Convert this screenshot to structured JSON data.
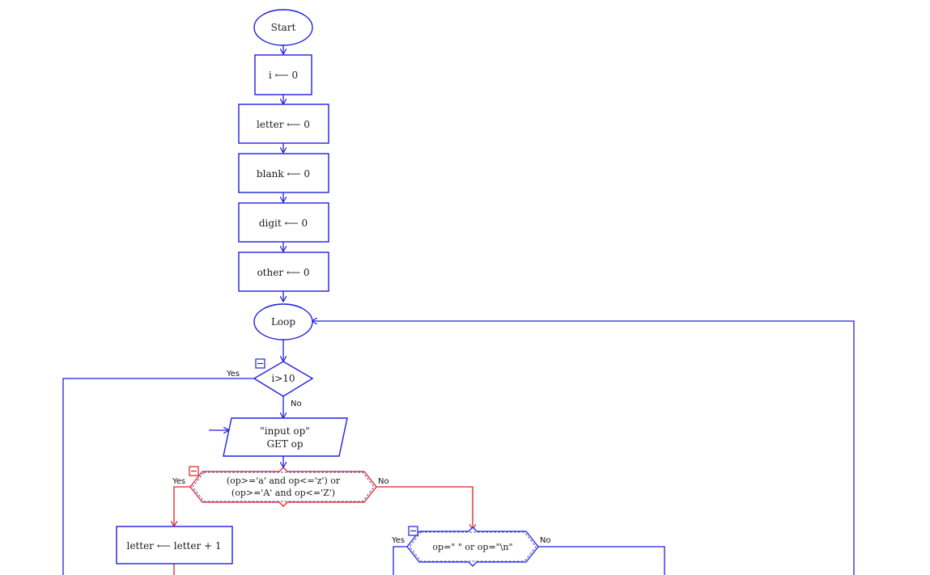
{
  "colors": {
    "flow_blue": "#2020e0",
    "flow_red": "#e02020",
    "selection_dash": "#5050d0"
  },
  "nodes": {
    "start": "Start",
    "init_i": "i ⟵ 0",
    "init_letter": "letter ⟵ 0",
    "init_blank": "blank ⟵ 0",
    "init_digit": "digit ⟵ 0",
    "init_other": "other ⟵ 0",
    "loop": "Loop",
    "cond_i": "i>10",
    "input_line1": "\"input op\"",
    "input_line2": "GET op",
    "cond_letter_line1": "(op>='a' and op<='z') or",
    "cond_letter_line2": "(op>='A' and op<='Z')",
    "inc_letter": "letter ⟵ letter + 1",
    "cond_blank": "op=\" \" or op=\"\\n\""
  },
  "labels": {
    "yes": "Yes",
    "no": "No"
  },
  "icons": [
    "collapse-icon"
  ]
}
